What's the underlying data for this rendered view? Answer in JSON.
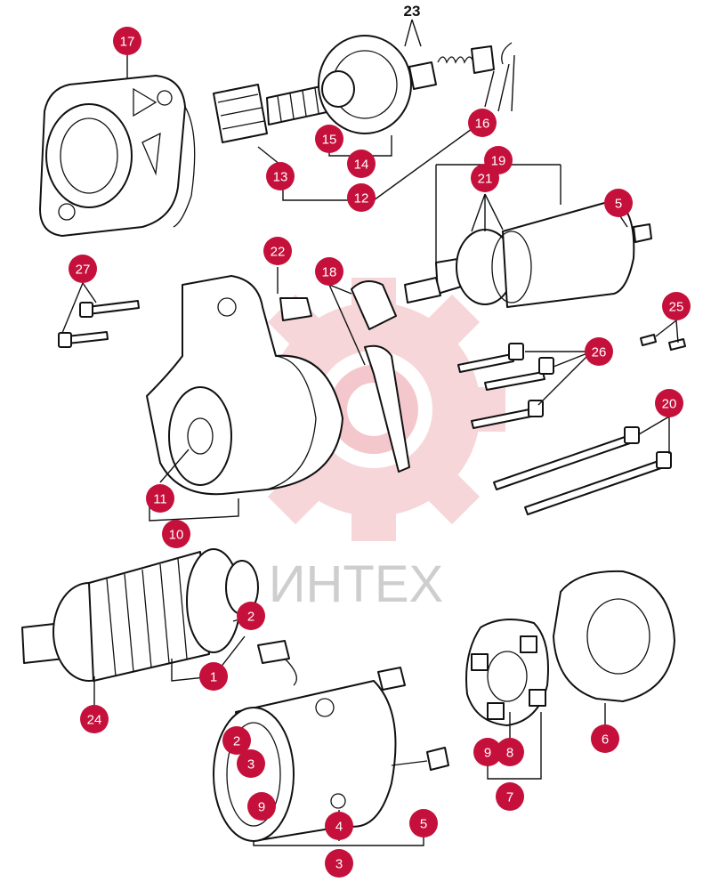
{
  "watermark": {
    "text": "ИНТЕХ"
  },
  "plain_labels": {
    "p23": "23"
  },
  "callouts": [
    {
      "id": "c17",
      "label": "17"
    },
    {
      "id": "c15",
      "label": "15"
    },
    {
      "id": "c16",
      "label": "16"
    },
    {
      "id": "c14",
      "label": "14"
    },
    {
      "id": "c13",
      "label": "13"
    },
    {
      "id": "c12",
      "label": "12"
    },
    {
      "id": "c19",
      "label": "19"
    },
    {
      "id": "c21",
      "label": "21"
    },
    {
      "id": "c5a",
      "label": "5"
    },
    {
      "id": "c27",
      "label": "27"
    },
    {
      "id": "c22",
      "label": "22"
    },
    {
      "id": "c18",
      "label": "18"
    },
    {
      "id": "c25",
      "label": "25"
    },
    {
      "id": "c26",
      "label": "26"
    },
    {
      "id": "c20",
      "label": "20"
    },
    {
      "id": "c11",
      "label": "11"
    },
    {
      "id": "c10",
      "label": "10"
    },
    {
      "id": "c2a",
      "label": "2"
    },
    {
      "id": "c1",
      "label": "1"
    },
    {
      "id": "c24",
      "label": "24"
    },
    {
      "id": "c2b",
      "label": "2"
    },
    {
      "id": "c3a",
      "label": "3"
    },
    {
      "id": "c9a",
      "label": "9"
    },
    {
      "id": "c4",
      "label": "4"
    },
    {
      "id": "c5b",
      "label": "5"
    },
    {
      "id": "c3b",
      "label": "3"
    },
    {
      "id": "c9b",
      "label": "9"
    },
    {
      "id": "c8",
      "label": "8"
    },
    {
      "id": "c7",
      "label": "7"
    },
    {
      "id": "c6",
      "label": "6"
    }
  ]
}
